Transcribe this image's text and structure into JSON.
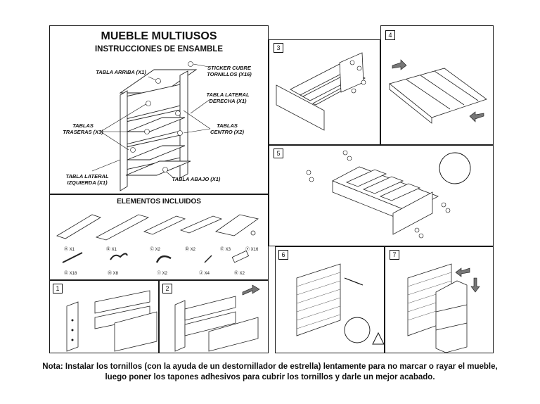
{
  "header": {
    "title": "MUEBLE MULTIUSOS",
    "subtitle": "INSTRUCCIONES DE ENSAMBLE"
  },
  "parts_labels": {
    "tabla_arriba": "TABLA ARRIBA (X1)",
    "sticker": "STICKER CUBRE TORNILLOS (X16)",
    "lateral_derecha": "TABLA LATERAL DERECHA (X1)",
    "traseras": "TABLAS TRASERAS (X3)",
    "centro": "TABLAS CENTRO (X2)",
    "lateral_izquierda": "TABLA LATERAL IZQUIERDA (X1)",
    "tabla_abajo": "TABLA ABAJO (X1)"
  },
  "elements": {
    "title": "ELEMENTOS INCLUIDOS",
    "row1": [
      "Ⓐ X1",
      "Ⓑ X1",
      "Ⓒ X2",
      "Ⓓ X2",
      "Ⓔ X3",
      "Ⓕ X16"
    ],
    "row2": [
      "Ⓖ X18",
      "Ⓗ X8",
      "Ⓘ X2",
      "Ⓙ X4",
      "Ⓚ X2"
    ]
  },
  "steps": [
    "1",
    "2",
    "3",
    "4",
    "5",
    "6",
    "7"
  ],
  "note": {
    "prefix": "Nota:",
    "text": "Instalar los tornillos (con la ayuda de un destornillador de estrella) lentamente para no marcar o rayar el mueble, luego poner los tapones adhesivos para cubrir los tornillos y darle un mejor acabado."
  }
}
